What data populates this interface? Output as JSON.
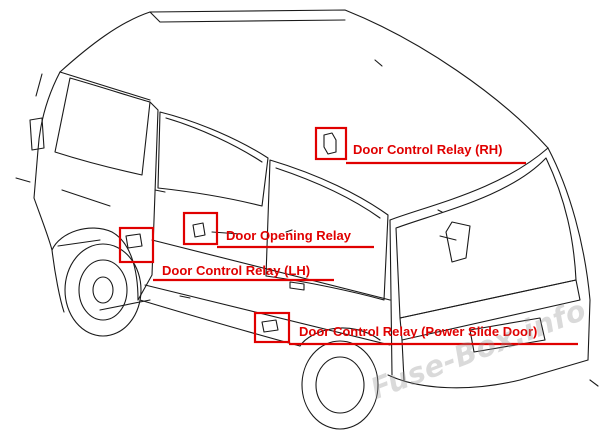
{
  "callouts": [
    {
      "id": "rh",
      "label": "Door Control Relay (RH)"
    },
    {
      "id": "opening",
      "label": "Door Opening Relay"
    },
    {
      "id": "lh",
      "label": "Door Control Relay (LH)"
    },
    {
      "id": "power-slide",
      "label": "Door Control Relay (Power Slide Door)"
    }
  ],
  "watermark": "Fuse-Box.info",
  "colors": {
    "callout": "#e00000",
    "drawing": "#1a1a1a",
    "watermark": "#9a9a9a"
  }
}
